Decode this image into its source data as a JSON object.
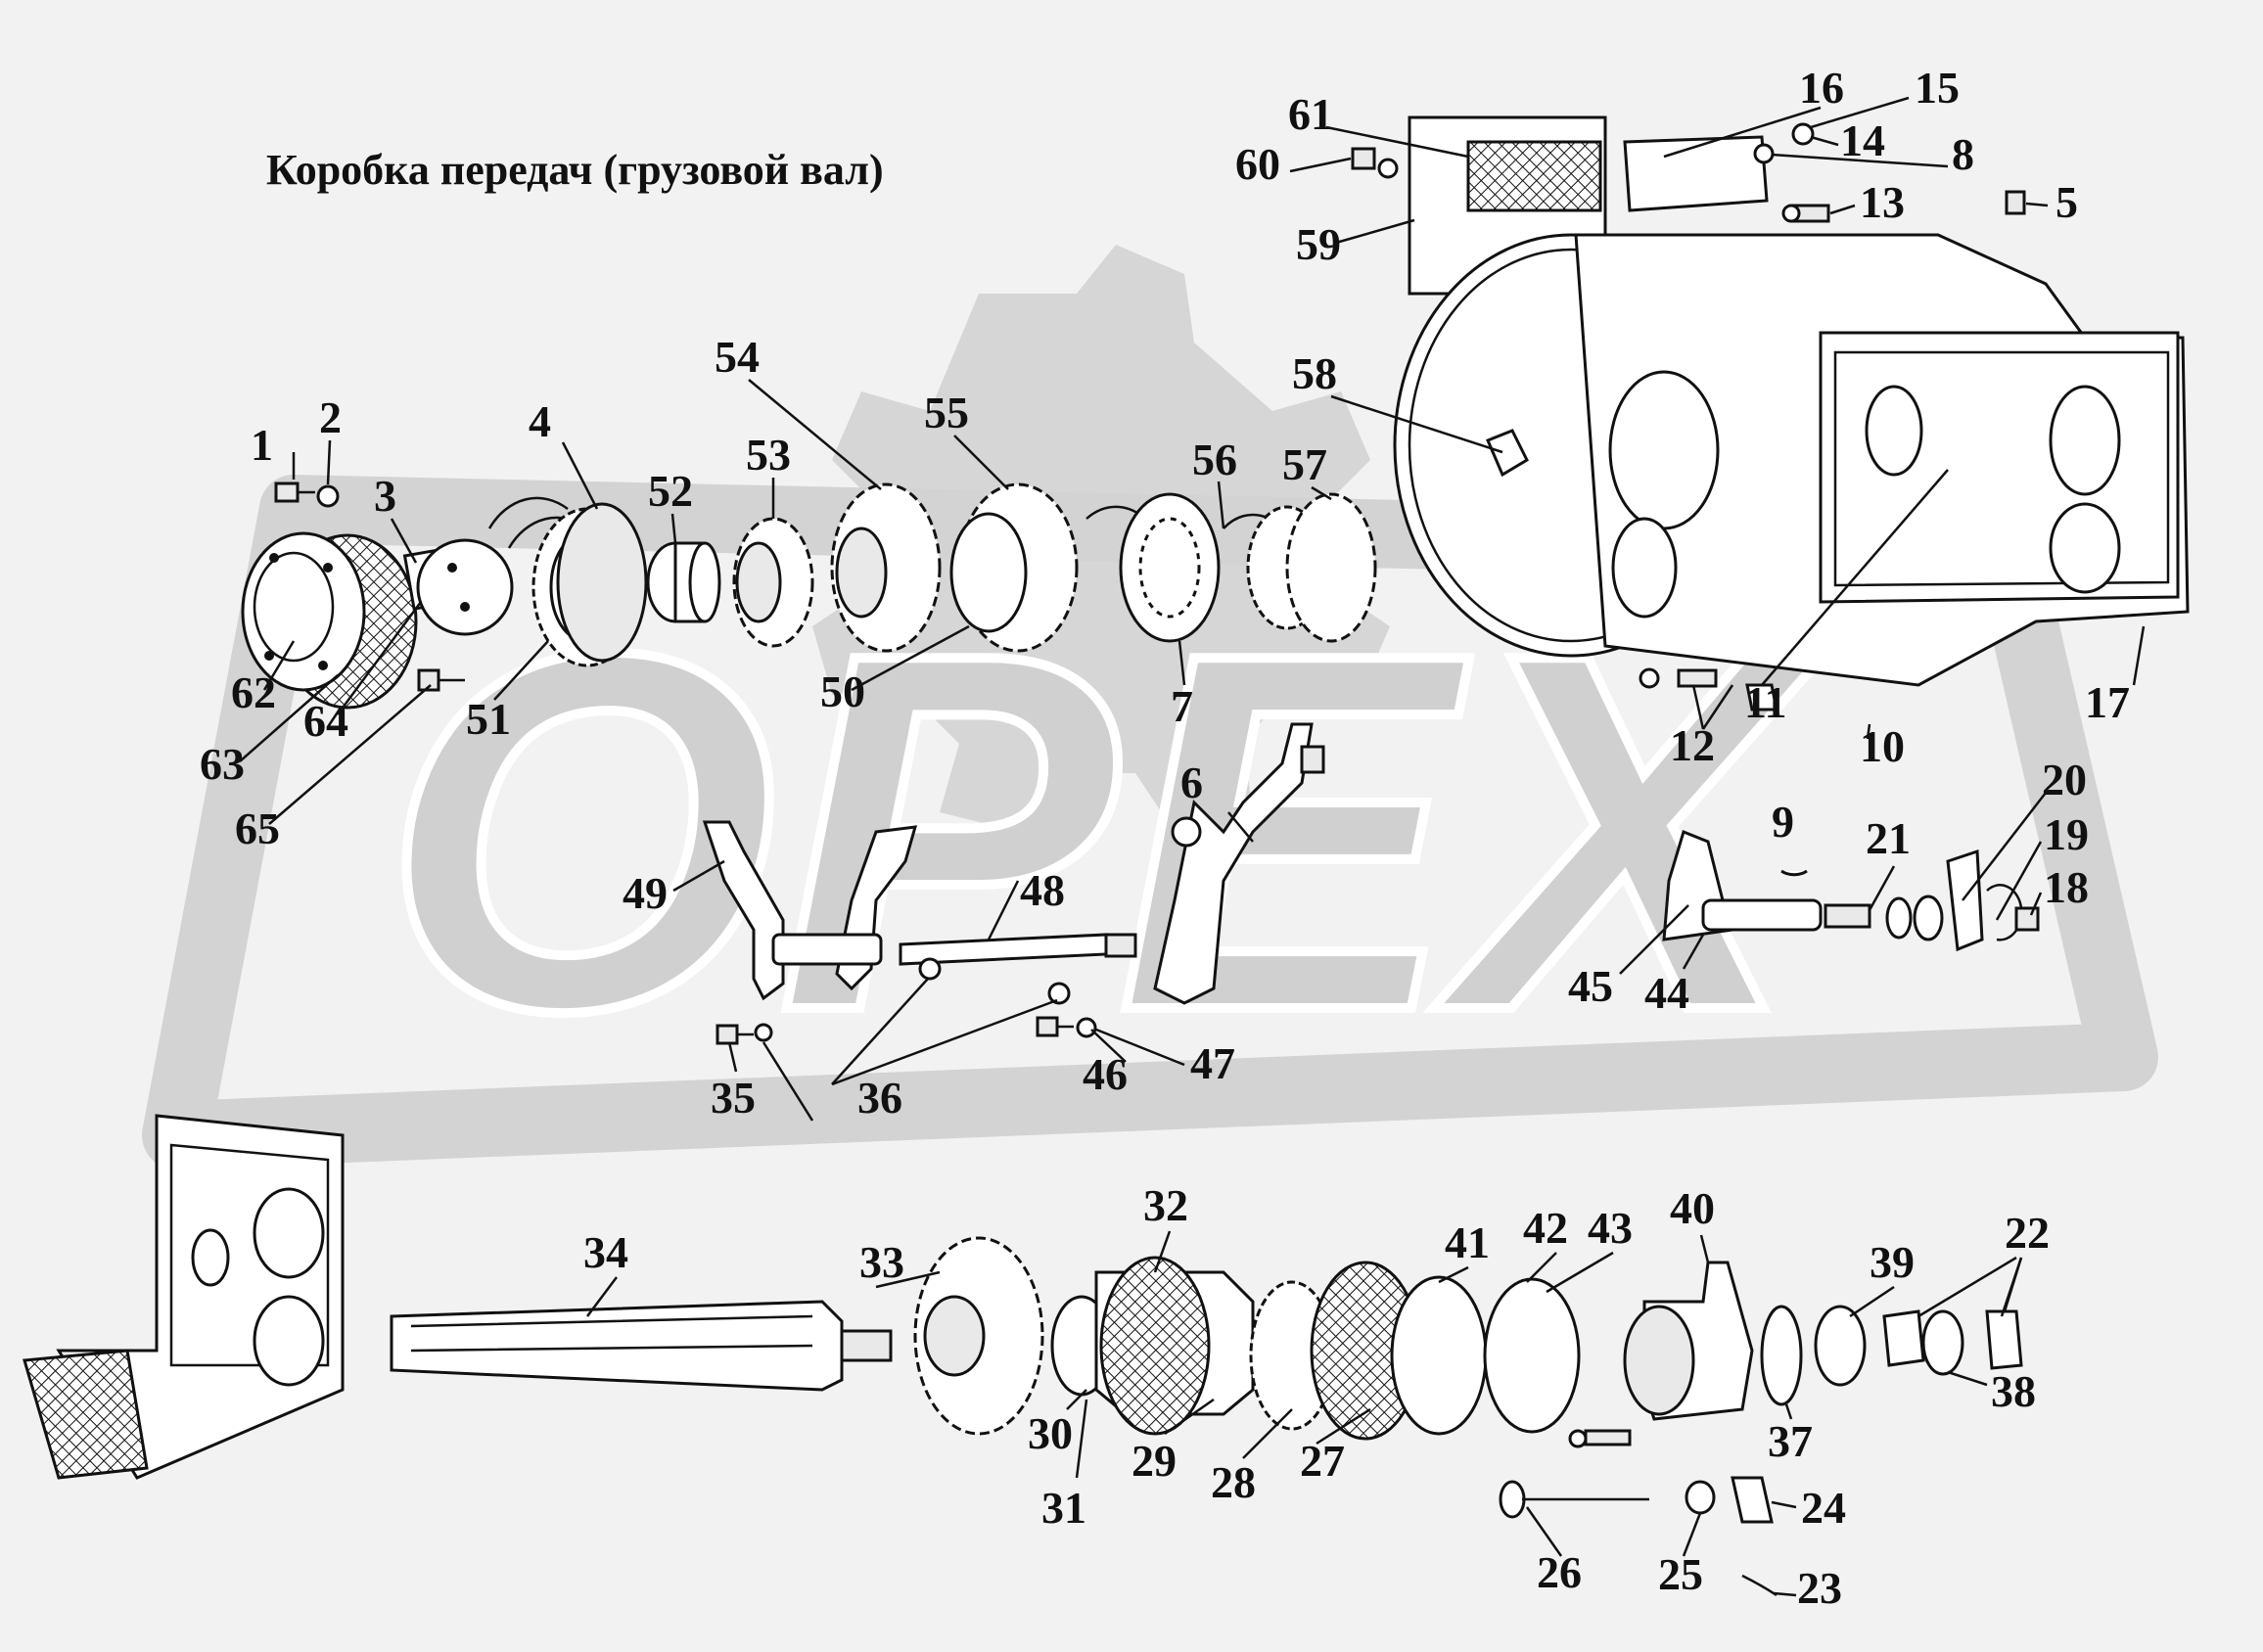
{
  "title": "Коробка передач (грузовой вал)",
  "watermark": {
    "text": "OPEX"
  },
  "callouts": [
    "1",
    "2",
    "3",
    "4",
    "5",
    "6",
    "7",
    "8",
    "9",
    "10",
    "11",
    "12",
    "13",
    "14",
    "15",
    "16",
    "17",
    "18",
    "19",
    "20",
    "21",
    "22",
    "23",
    "24",
    "25",
    "26",
    "27",
    "28",
    "29",
    "30",
    "31",
    "32",
    "33",
    "34",
    "35",
    "36",
    "37",
    "38",
    "39",
    "40",
    "41",
    "42",
    "43",
    "44",
    "45",
    "46",
    "47",
    "48",
    "49",
    "50",
    "51",
    "52",
    "53",
    "54",
    "55",
    "56",
    "57",
    "58",
    "59",
    "60",
    "61",
    "62",
    "63",
    "64",
    "65"
  ],
  "colors": {
    "background": "#f2f2f2",
    "watermark": "#cfcfcf",
    "ink": "#111111"
  }
}
